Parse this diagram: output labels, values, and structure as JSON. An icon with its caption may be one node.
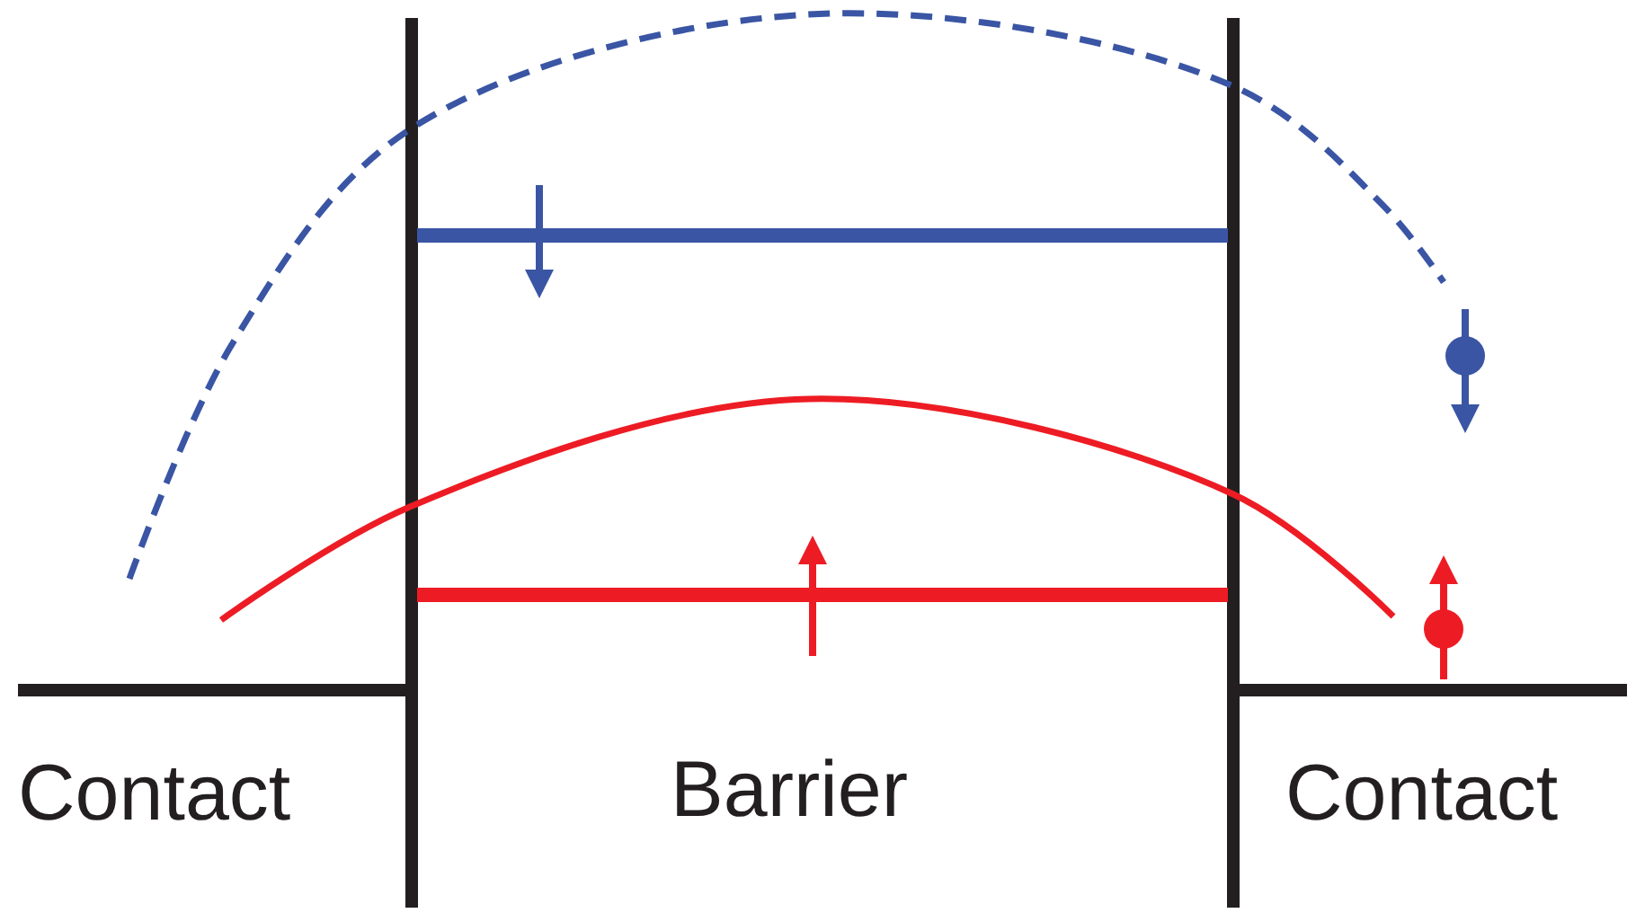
{
  "diagram": {
    "labels": [
      "Contact",
      "Barrier",
      "Contact"
    ]
  }
}
